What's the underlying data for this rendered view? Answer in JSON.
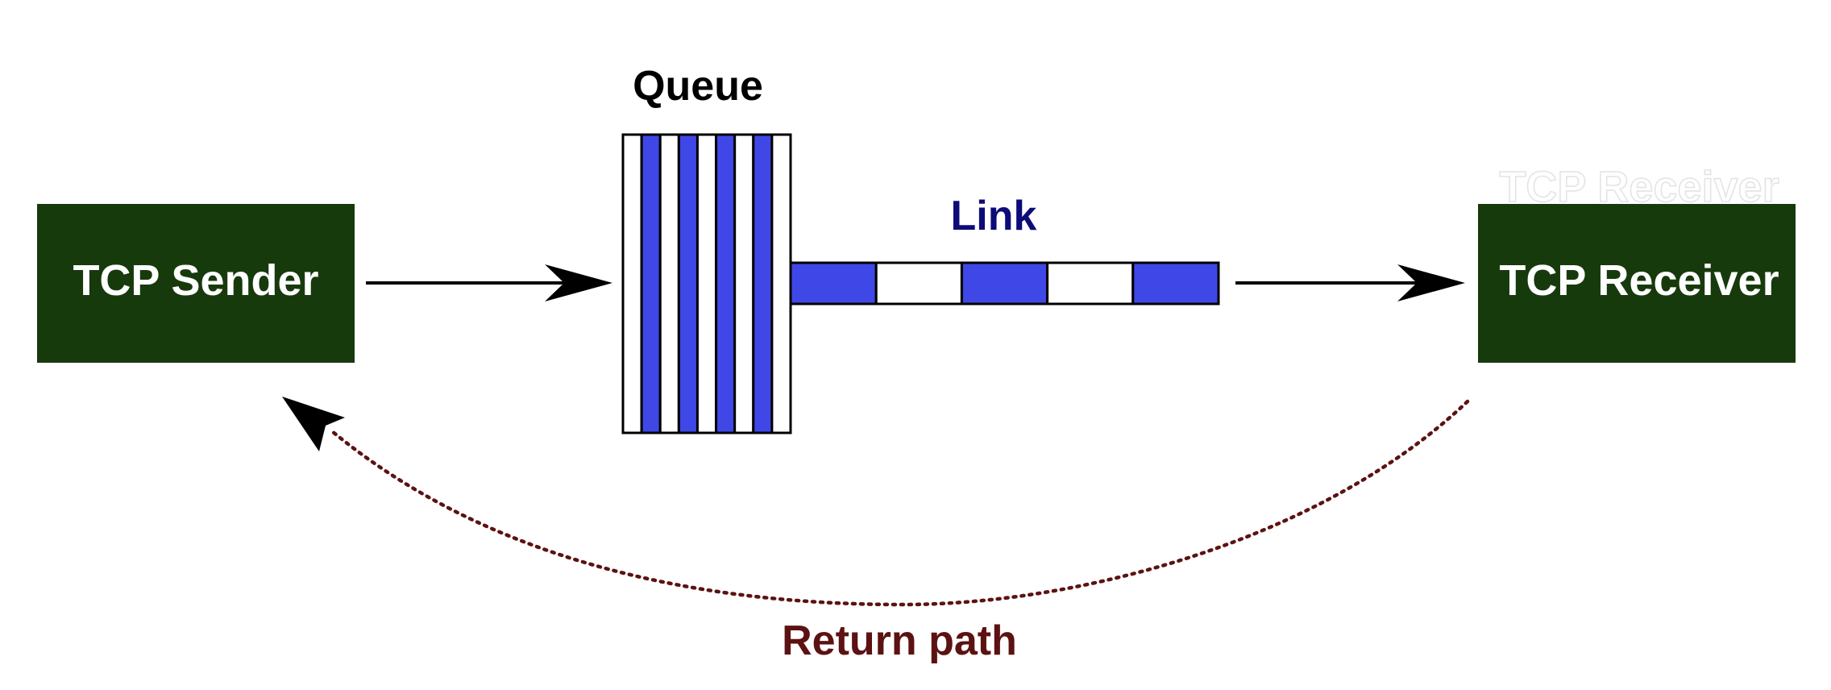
{
  "sender": {
    "label": "TCP Sender"
  },
  "queue": {
    "label": "Queue",
    "slots": [
      "empty",
      "packet",
      "empty",
      "packet",
      "empty",
      "packet",
      "empty",
      "packet",
      "empty"
    ]
  },
  "link": {
    "label": "Link",
    "slots": [
      "packet",
      "empty",
      "packet",
      "empty",
      "packet"
    ]
  },
  "receiver": {
    "label": "TCP Receiver",
    "ghost_label": "TCP Receiver"
  },
  "return_path": {
    "label": "Return path"
  },
  "colors": {
    "node_fill": "#173a0c",
    "node_text": "#ffffff",
    "packet_fill": "#3f48e6",
    "empty_fill": "#ffffff",
    "outline": "#000000",
    "queue_label": "#000000",
    "link_label": "#0c0c78",
    "return_path": "#5c1212",
    "arrow": "#000000"
  }
}
